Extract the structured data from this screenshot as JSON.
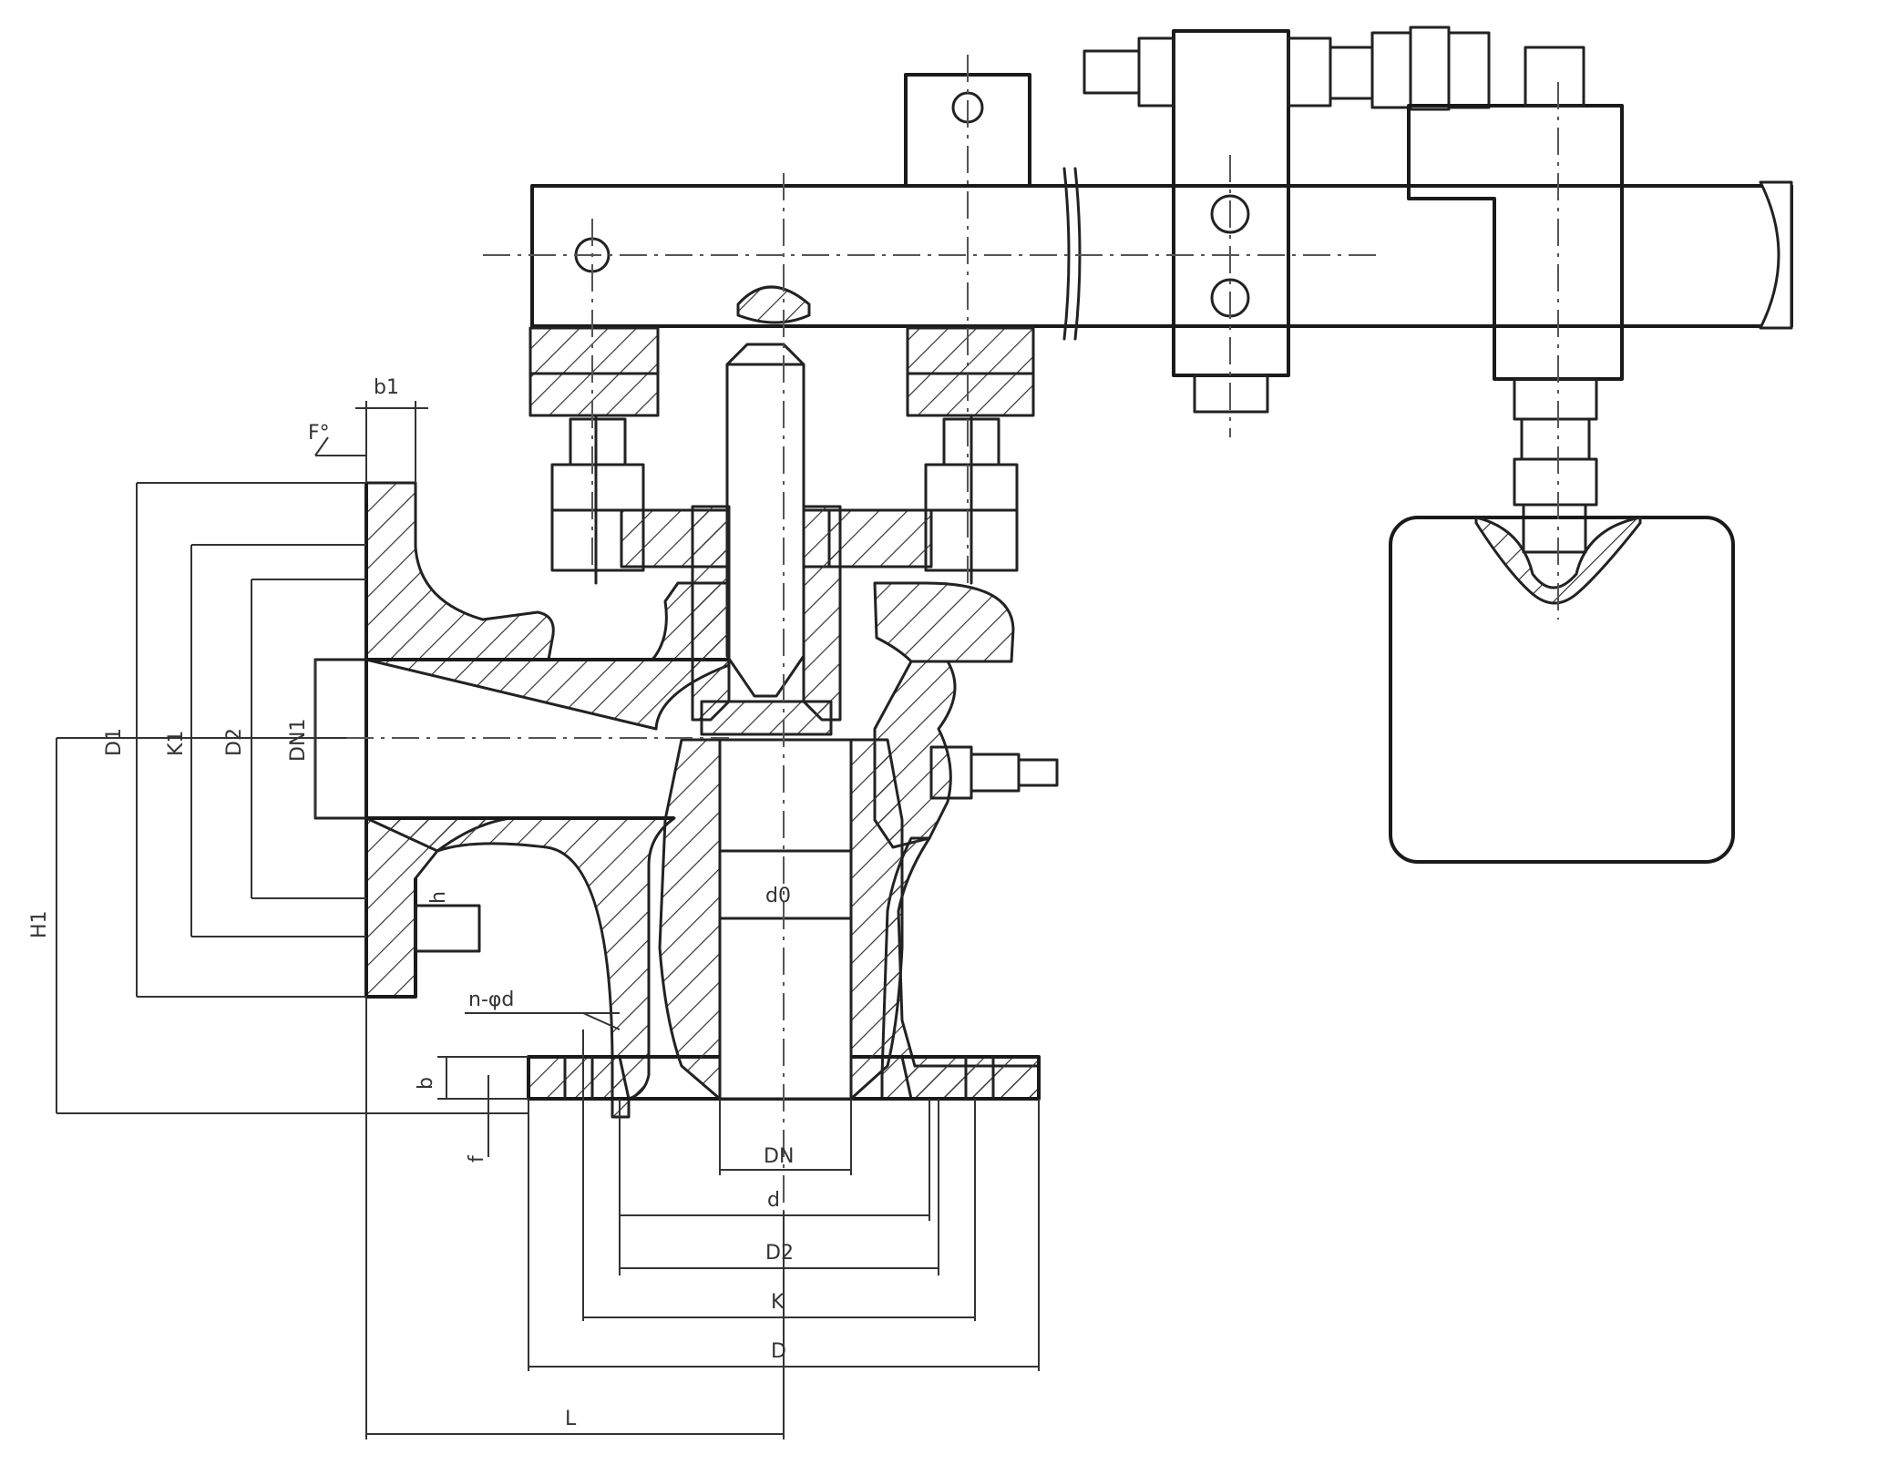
{
  "drawing": {
    "labels": {
      "flange_thickness_top": "b1",
      "angle": "F°",
      "outlet_D": "D1",
      "outlet_K": "K1",
      "outlet_D2": "D2",
      "outlet_DN": "DN1",
      "height_H": "H1",
      "bolt_n": "n-φd",
      "inlet_thickness": "b",
      "inlet_f": "f",
      "inlet_h": "h",
      "inlet_DN": "DN",
      "inlet_d": "d",
      "inlet_D2": "D2",
      "inlet_K": "K",
      "inlet_D": "D",
      "length_L": "L",
      "seat_d0": "d0"
    }
  }
}
